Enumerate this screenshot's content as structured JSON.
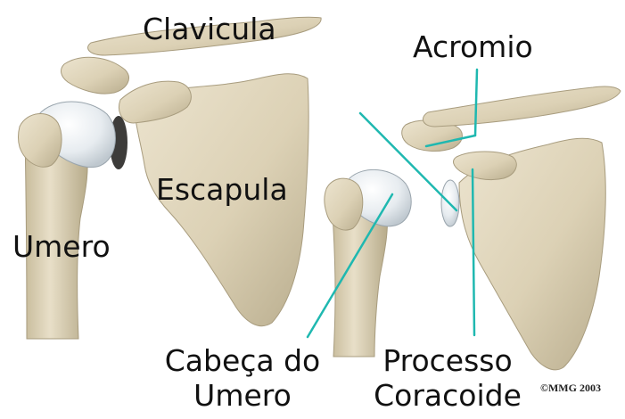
{
  "labels": {
    "clavicula": "Clavicula",
    "escapula": "Escapula",
    "umero": "Umero",
    "acromio": "Acromio",
    "cabeca_line1": "Cabeça do",
    "cabeca_line2": "Umero",
    "processo_line1": "Processo",
    "processo_line2": "Coracoide"
  },
  "copyright": "©MMG 2003",
  "colors": {
    "bone": "#ddd3b9",
    "bone_shadow": "#b7ab8d",
    "cartilage": "#edf1f4",
    "leader_line": "#1fb8b0",
    "background": "#ffffff"
  }
}
